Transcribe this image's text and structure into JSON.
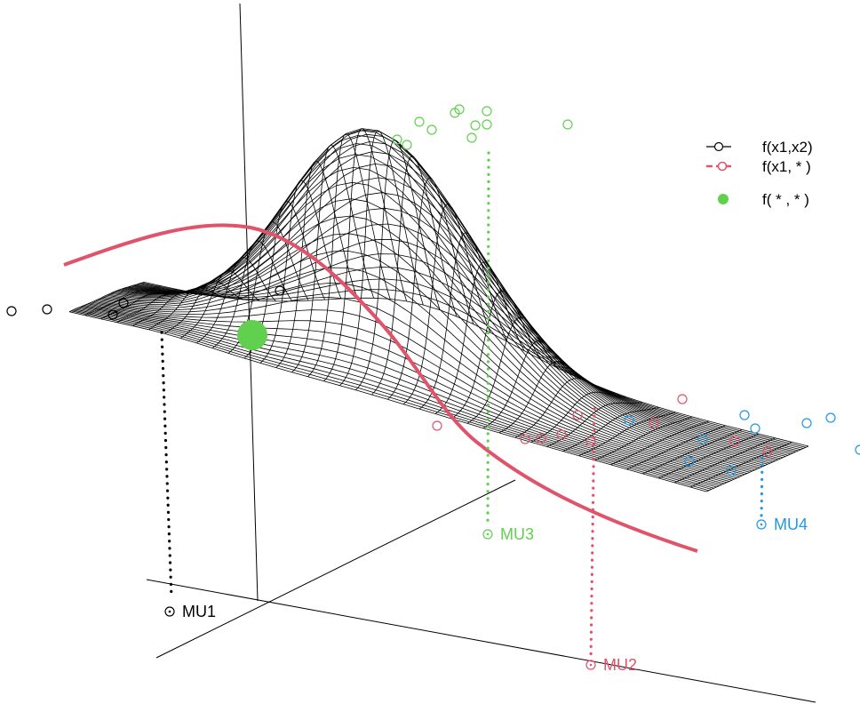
{
  "chart_data": {
    "type": "surface",
    "title": "",
    "legend": {
      "placement": "top-right",
      "entries": [
        {
          "label": "f(x1,x2)",
          "color": "#000000",
          "marker": "line-open-circle"
        },
        {
          "label": "f(x1, * )",
          "color": "#DF536B",
          "marker": "dashed-line-open-circle"
        },
        {
          "label": "f( * , * )",
          "color": "#61D04F",
          "marker": "filled-circle"
        }
      ]
    },
    "mode_labels": [
      {
        "label": "MU1",
        "color": "#000000"
      },
      {
        "label": "MU2",
        "color": "#DF536B"
      },
      {
        "label": "MU3",
        "color": "#61D04F"
      },
      {
        "label": "MU4",
        "color": "#2297E6"
      }
    ],
    "colors": {
      "surface": "#000000",
      "marginal_curve": "#DF536B",
      "overall_point": "#61D04F",
      "cluster1": "#000000",
      "cluster2": "#DF536B",
      "cluster3": "#61D04F",
      "cluster4": "#2297E6"
    }
  }
}
